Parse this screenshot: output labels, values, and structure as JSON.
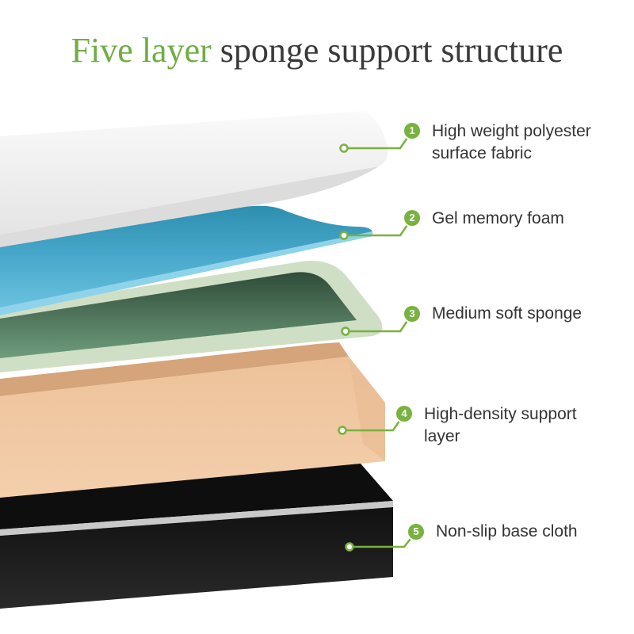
{
  "title": {
    "highlight": "Five layer",
    "rest": " sponge support structure"
  },
  "colors": {
    "accent": "#78b23f",
    "title_highlight": "#6fae45",
    "fabric": "#f2f2f2",
    "gel_foam": "#5fb6d6",
    "soft_sponge": "#cfe0c6",
    "support_layer": "#f1c7a0",
    "base_cloth": "#1d1d1d"
  },
  "layers": [
    {
      "number": "1",
      "line1": "High weight polyester",
      "line2": "surface fabric"
    },
    {
      "number": "2",
      "line1": "Gel memory foam",
      "line2": ""
    },
    {
      "number": "3",
      "line1": "Medium soft sponge",
      "line2": ""
    },
    {
      "number": "4",
      "line1": "High-density support",
      "line2": "layer"
    },
    {
      "number": "5",
      "line1": "Non-slip base cloth",
      "line2": ""
    }
  ]
}
